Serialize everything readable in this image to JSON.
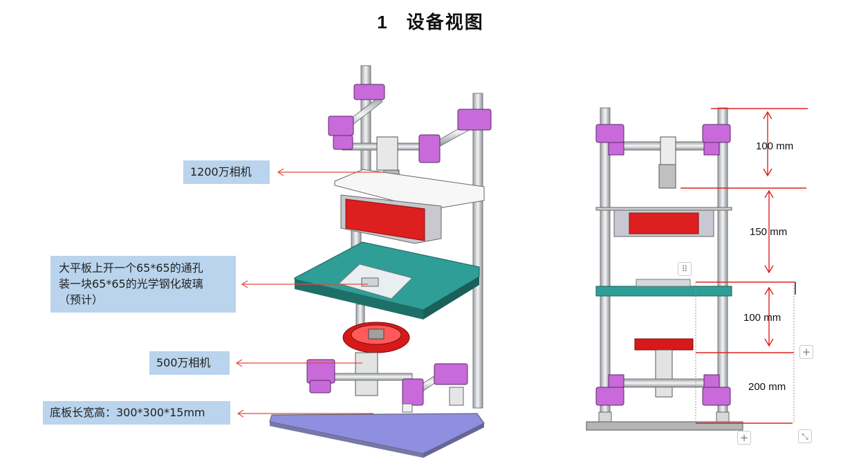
{
  "title": {
    "number": "1",
    "text": "设备视图"
  },
  "labels": {
    "camera_12mp": "1200万相机",
    "plate_note_line1": "大平板上开一个65*65的通孔",
    "plate_note_line2": "装一块65*65的光学钢化玻璃",
    "plate_note_line3": "（预计）",
    "camera_5mp": "500万相机",
    "base_plate": "底板长宽高：300*300*15mm"
  },
  "dimensions": {
    "d1": "100 mm",
    "d2": "150 mm",
    "d3": "100 mm",
    "d4": "200 mm"
  },
  "ui": {
    "add_symbol": "+",
    "handle_symbol": "⠿",
    "resize_symbol": "⤡"
  },
  "colors": {
    "label_bg": "#b9d4ec",
    "arrow_red": "#e8483f",
    "teal_plate": "#2e9e97",
    "red_block": "#dd1f1f",
    "purple_clamp": "#c86ad9",
    "base_plate": "#8f8fe0"
  }
}
